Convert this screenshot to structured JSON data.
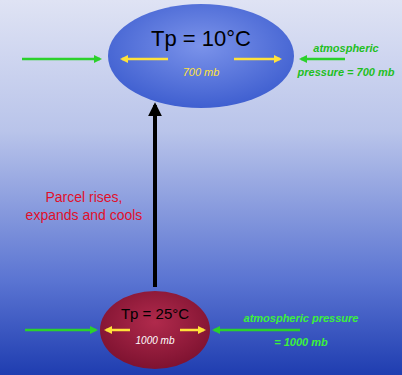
{
  "diagram": {
    "nodes": [
      {
        "text": [
          "Tp = 10°C",
          "700 mb"
        ]
      },
      {
        "text": [
          "Tp = 25°C",
          "1000 mb"
        ]
      }
    ],
    "edges": [
      {
        "from": 1,
        "to": 0,
        "arrow": "to",
        "label": "Parcel rises, expands and cools"
      }
    ],
    "labels": [
      "atmospheric pressure = 700 mb",
      "atmospheric pressure = 1000 mb"
    ]
  }
}
